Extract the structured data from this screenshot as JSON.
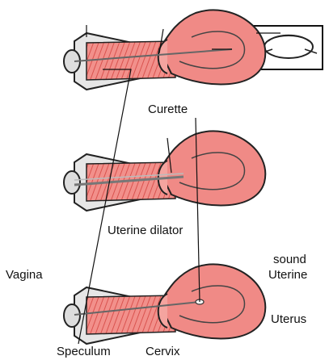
{
  "panels": [
    {
      "id": "sound",
      "labels": {
        "vagina": "Vagina",
        "uterine_sound": [
          "Uterine",
          "sound"
        ],
        "uterus": "Uterus",
        "cervix": "Cervix",
        "speculum": "Speculum"
      }
    },
    {
      "id": "dilator",
      "labels": {
        "uterine_dilator": "Uterine dilator"
      }
    },
    {
      "id": "curette",
      "labels": {
        "curette": "Curette"
      }
    }
  ],
  "colors": {
    "uterus_fill": "#f08a86",
    "uterus_inner": "#f4a49f",
    "muscle_stripe": "#d9534f",
    "speculum_fill": "#e6e6e6",
    "outline": "#222222"
  }
}
